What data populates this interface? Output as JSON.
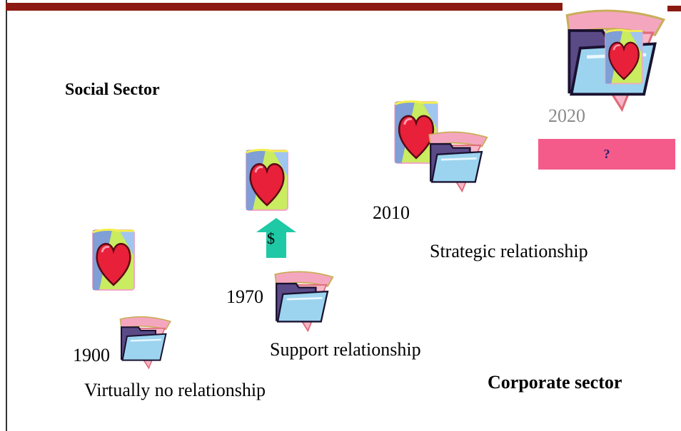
{
  "labels": {
    "social_sector": "Social Sector",
    "corporate_sector": "Corporate sector",
    "year_1900": "1900",
    "year_1970": "1970",
    "year_2010": "2010",
    "year_2020": "2020",
    "rel_1900": "Virtually no relationship",
    "rel_1970": "Support relationship",
    "rel_2010": "Strategic relationship",
    "unknown": "?",
    "money": "$"
  },
  "icons": {
    "heart_card": "heart-card-icon",
    "folder": "folder-icon",
    "arrow": "up-arrow-icon"
  },
  "colors": {
    "title_bar": "#8b1a12",
    "question_box": "#f45b8a",
    "question_text": "#2a1d6e",
    "arrow": "#1fc9a6",
    "year_2020_text": "#8a8a8a"
  }
}
